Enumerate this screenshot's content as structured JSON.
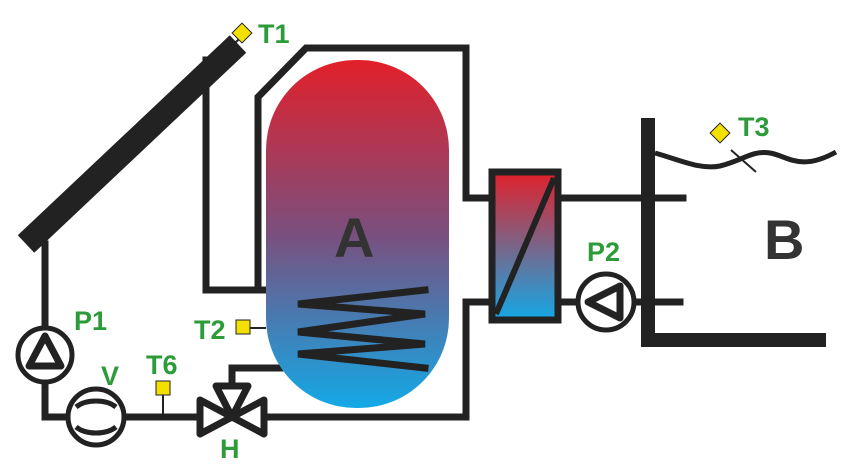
{
  "colors": {
    "label_green": "#2e9b3a",
    "label_dark": "#333333",
    "sensor_yellow": "#f4e000",
    "line": "#222222",
    "hot": "#e2202a",
    "cold": "#13a9e6"
  },
  "labels": {
    "t1": "T1",
    "t2": "T2",
    "t3": "T3",
    "t6": "T6",
    "p1": "P1",
    "p2": "P2",
    "v": "V",
    "h": "H",
    "a": "A",
    "b": "B"
  }
}
